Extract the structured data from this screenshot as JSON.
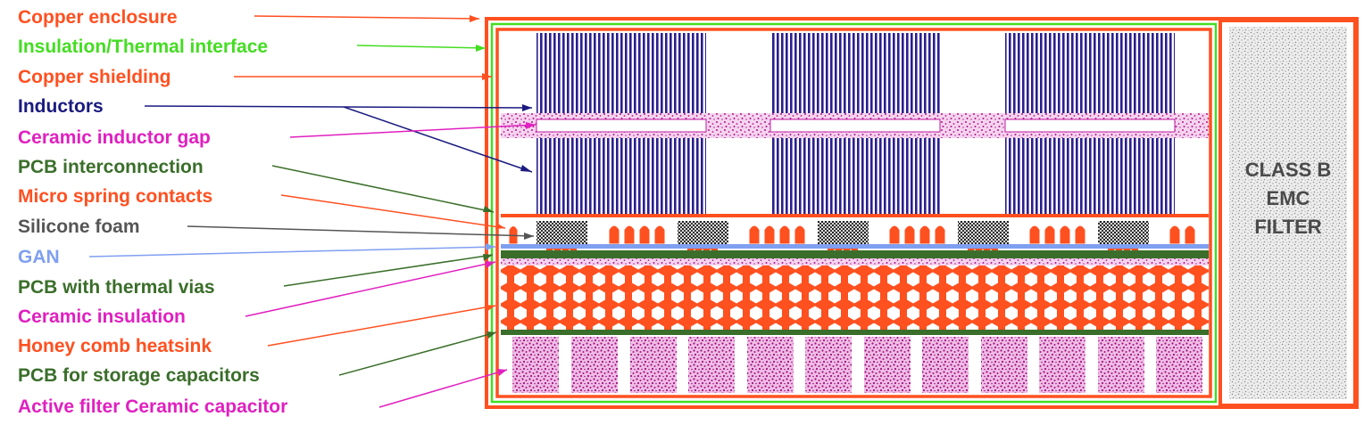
{
  "labels": [
    {
      "key": "copper_enclosure",
      "text": "Copper enclosure",
      "color": "#ff5020"
    },
    {
      "key": "insulation_thermal",
      "text": "Insulation/Thermal interface",
      "color": "#44dd22"
    },
    {
      "key": "copper_shielding",
      "text": "Copper shielding",
      "color": "#ff5020"
    },
    {
      "key": "inductors",
      "text": "Inductors",
      "color": "#1a1a80"
    },
    {
      "key": "ceramic_inductor_gap",
      "text": "Ceramic inductor gap",
      "color": "#e020c0"
    },
    {
      "key": "pcb_interconnection",
      "text": "PCB interconnection",
      "color": "#3a6e2a"
    },
    {
      "key": "micro_spring_contacts",
      "text": "Micro spring contacts",
      "color": "#ff5020"
    },
    {
      "key": "silicone_foam",
      "text": "Silicone foam",
      "color": "#555555"
    },
    {
      "key": "gan",
      "text": "GAN",
      "color": "#7f9ff0"
    },
    {
      "key": "pcb_thermal_vias",
      "text": "PCB with thermal vias",
      "color": "#3a6e2a"
    },
    {
      "key": "ceramic_insulation",
      "text": "Ceramic insulation",
      "color": "#e020c0"
    },
    {
      "key": "honeycomb_heatsink",
      "text": "Honey comb heatsink",
      "color": "#ff5020"
    },
    {
      "key": "pcb_storage_caps",
      "text": "PCB for storage capacitors",
      "color": "#3a6e2a"
    },
    {
      "key": "active_filter_cap",
      "text": "Active filter Ceramic capacitor",
      "color": "#e020c0"
    }
  ],
  "filter": {
    "lines": [
      "CLASS B",
      "EMC",
      "FILTER"
    ],
    "text_color": "#4a4a4a"
  },
  "colors": {
    "copper": "#ff5020",
    "insulation": "#44dd22",
    "inductor": "#2a1f8f",
    "ceramic": "#c01aa0",
    "ceramic_fill": "#f3c8ea",
    "pcb": "#3a6e2a",
    "gan": "#7f9ff0",
    "foam": "#333333",
    "filter_fill": "#e8e8e8"
  }
}
